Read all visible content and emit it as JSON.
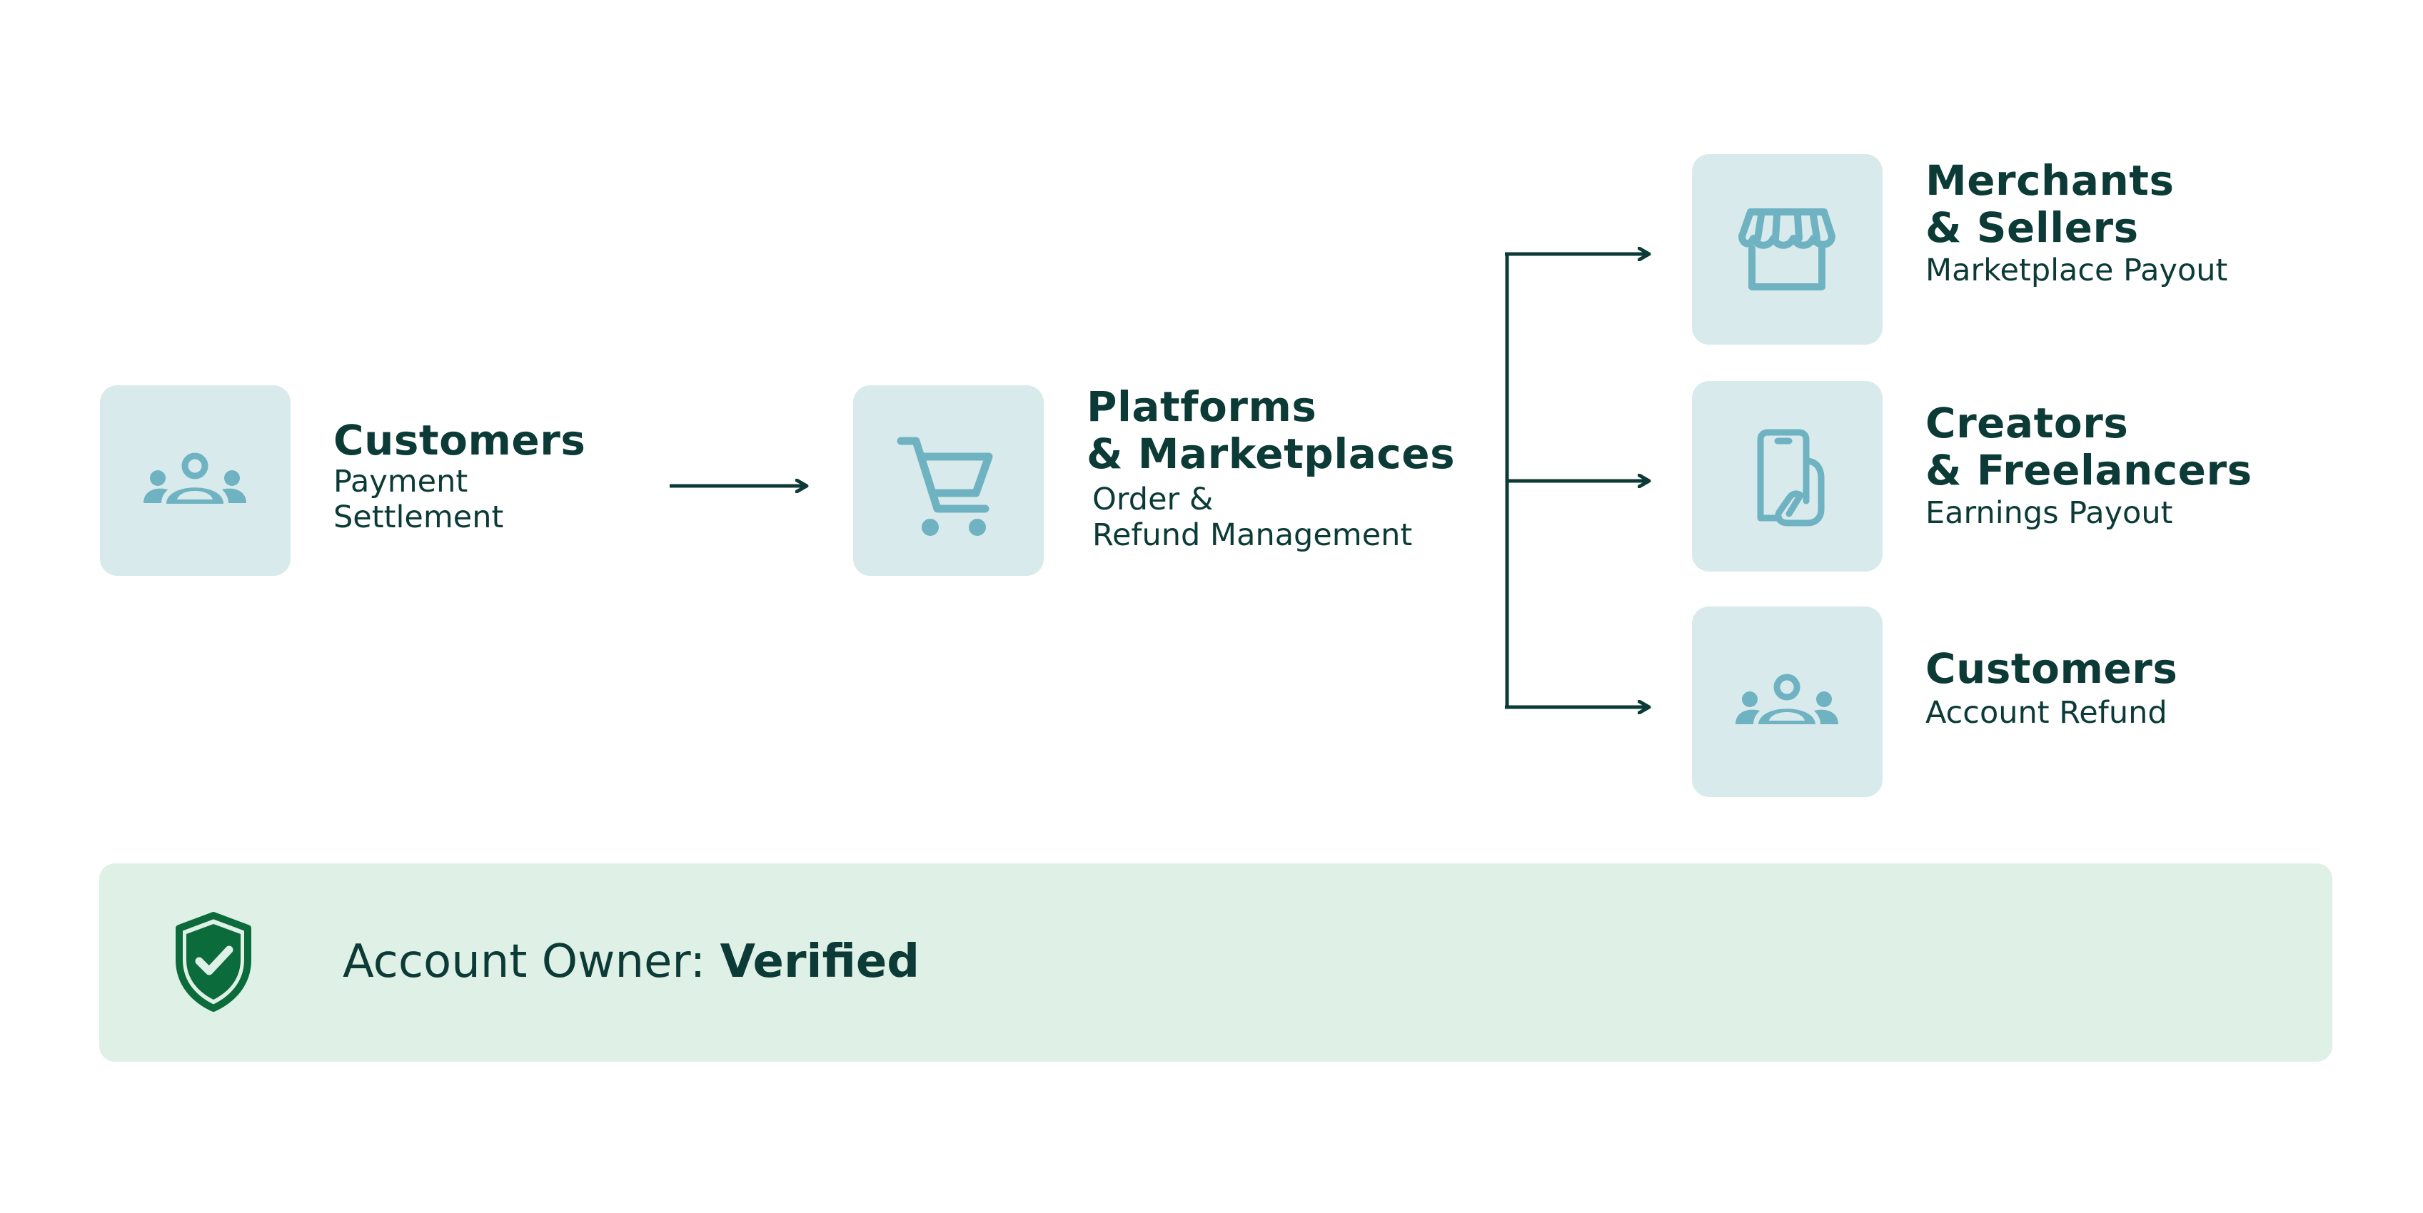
{
  "colors": {
    "text": "#0c3b37",
    "tile_bg": "#d8eaeb",
    "icon": "#6fb3c2",
    "banner_bg": "#dff0e6",
    "shield": "#0b6b3a"
  },
  "nodes": {
    "source": {
      "icon": "people-icon",
      "title": "Customers",
      "subtitle_line1": "Payment",
      "subtitle_line2": "Settlement"
    },
    "platform": {
      "icon": "shopping-cart-icon",
      "title_line1": "Platforms",
      "title_line2": "& Marketplaces",
      "subtitle_line1": "Order &",
      "subtitle_line2": "Refund Management"
    },
    "merchants": {
      "icon": "storefront-icon",
      "title_line1": "Merchants",
      "title_line2": "& Sellers",
      "subtitle": "Marketplace Payout"
    },
    "creators": {
      "icon": "phone-hand-icon",
      "title_line1": "Creators",
      "title_line2": "& Freelancers",
      "subtitle": "Earnings Payout"
    },
    "refund_customers": {
      "icon": "people-icon",
      "title": "Customers",
      "subtitle": "Account Refund"
    }
  },
  "banner": {
    "icon": "shield-check-icon",
    "label": "Account Owner: ",
    "status": "Verified"
  }
}
